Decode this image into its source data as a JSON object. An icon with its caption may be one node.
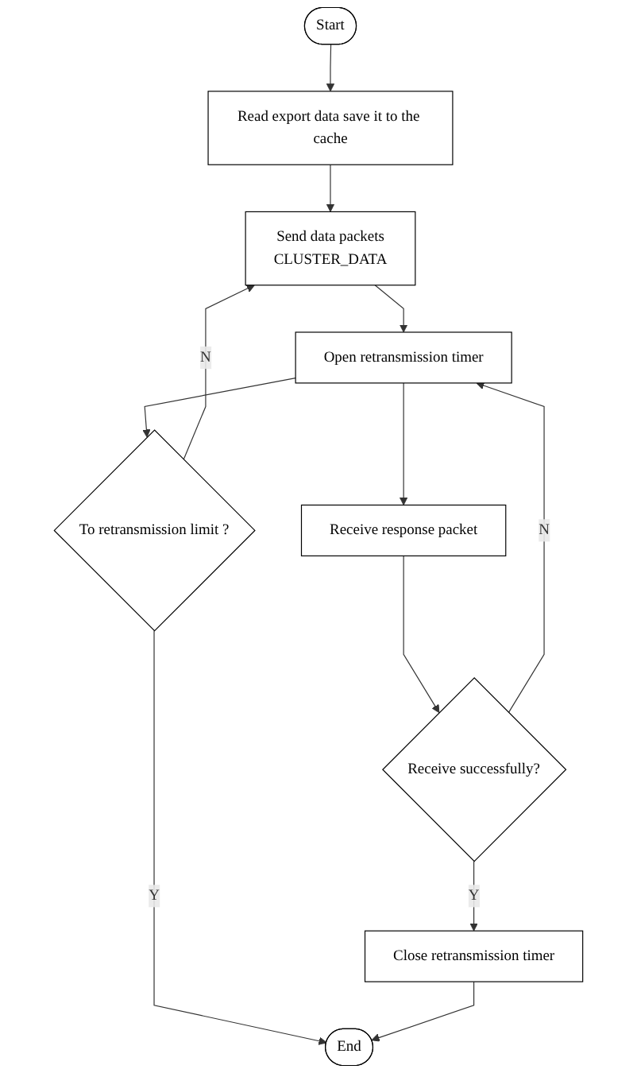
{
  "diagram": {
    "nodes": [
      {
        "text": [
          "Start"
        ]
      },
      {
        "text": [
          "Read export data save it to the cache"
        ]
      },
      {
        "text": [
          "Send data packets",
          "CLUSTER_DATA"
        ]
      },
      {
        "text": [
          "To retransmission limit ?"
        ]
      },
      {
        "text": [
          "Open retransmission timer"
        ]
      },
      {
        "text": [
          "Receive response packet"
        ]
      },
      {
        "text": [
          "Receive successfully?"
        ]
      },
      {
        "text": [
          "Close retransmission timer"
        ]
      },
      {
        "text": [
          "End"
        ]
      }
    ],
    "edges": [
      {
        "from": 0,
        "to": 1,
        "arrow": "to"
      },
      {
        "from": 1,
        "to": 2,
        "arrow": "to"
      },
      {
        "from": 2,
        "to": 4,
        "arrow": "to"
      },
      {
        "from": 4,
        "to": 5,
        "arrow": "to"
      },
      {
        "from": 4,
        "to": 3,
        "arrow": "to"
      },
      {
        "from": 3,
        "to": 2,
        "arrow": "to",
        "label": "N"
      },
      {
        "from": 3,
        "to": 8,
        "arrow": "to",
        "label": "Y"
      },
      {
        "from": 5,
        "to": 6,
        "arrow": "to"
      },
      {
        "from": 6,
        "to": 7,
        "arrow": "to",
        "label": "Y"
      },
      {
        "from": 6,
        "to": 4,
        "arrow": "to",
        "label": "N"
      },
      {
        "from": 7,
        "to": 8,
        "arrow": "to"
      }
    ]
  }
}
